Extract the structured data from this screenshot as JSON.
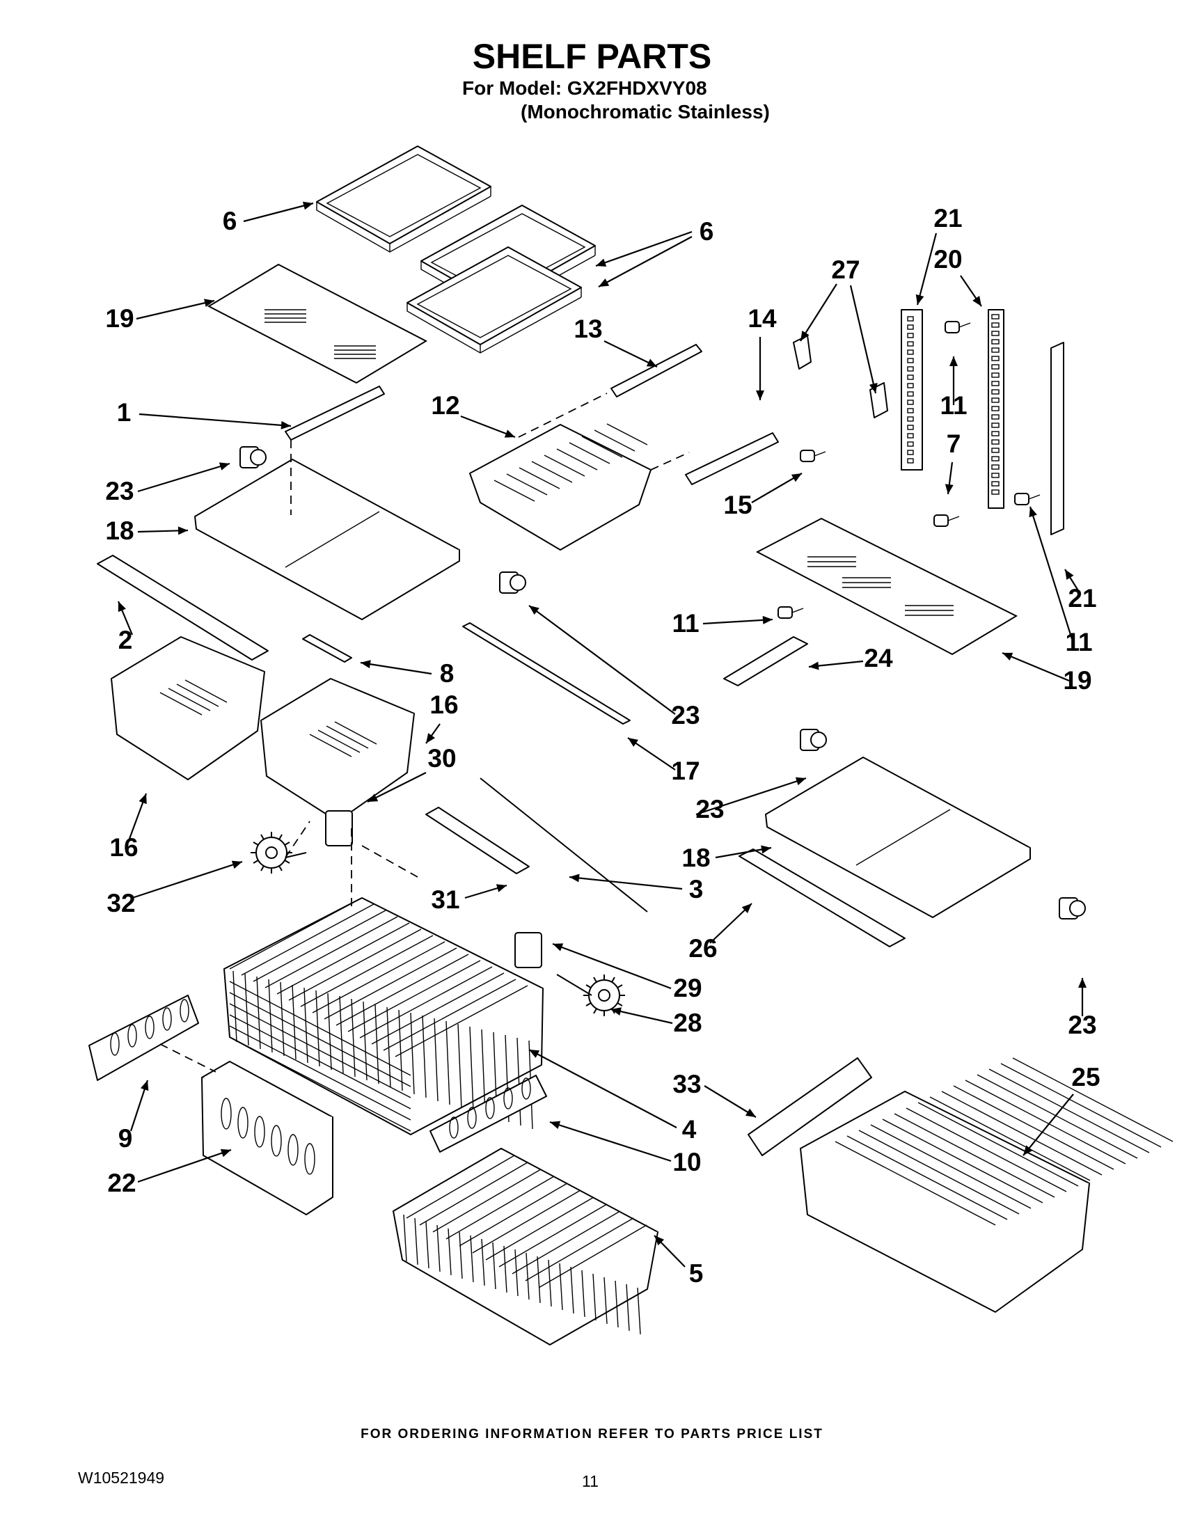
{
  "header": {
    "title": "SHELF PARTS",
    "model_line": "For Model: GX2FHDXVY08",
    "variant_line": "(Monochromatic Stainless)"
  },
  "footer": {
    "ordering_note": "FOR ORDERING INFORMATION REFER TO PARTS PRICE LIST",
    "doc_id": "W10521949",
    "page_number": "11"
  },
  "callouts": [
    {
      "n": "6",
      "part": "shelf-frame"
    },
    {
      "n": "6",
      "part": "shelf-frame"
    },
    {
      "n": "19",
      "part": "glass-shelf"
    },
    {
      "n": "13",
      "part": "slide-rail"
    },
    {
      "n": "14",
      "part": "slide-rail"
    },
    {
      "n": "27",
      "part": "bracket"
    },
    {
      "n": "21",
      "part": "shelf-ladder"
    },
    {
      "n": "20",
      "part": "shelf-ladder"
    },
    {
      "n": "11",
      "part": "screw"
    },
    {
      "n": "7",
      "part": "screw"
    },
    {
      "n": "1",
      "part": "slide-rail"
    },
    {
      "n": "12",
      "part": "pan"
    },
    {
      "n": "23",
      "part": "end-cap"
    },
    {
      "n": "15",
      "part": "screw"
    },
    {
      "n": "18",
      "part": "crisper-cover-frame"
    },
    {
      "n": "21",
      "part": "shelf-ladder"
    },
    {
      "n": "2",
      "part": "trim"
    },
    {
      "n": "11",
      "part": "screw"
    },
    {
      "n": "11",
      "part": "screw"
    },
    {
      "n": "24",
      "part": "bracket"
    },
    {
      "n": "8",
      "part": "divider"
    },
    {
      "n": "19",
      "part": "glass-shelf"
    },
    {
      "n": "16",
      "part": "crisper-drawer"
    },
    {
      "n": "23",
      "part": "end-cap"
    },
    {
      "n": "16",
      "part": "crisper-drawer"
    },
    {
      "n": "17",
      "part": "trim"
    },
    {
      "n": "30",
      "part": "gear-housing"
    },
    {
      "n": "23",
      "part": "end-cap"
    },
    {
      "n": "18",
      "part": "crisper-cover-frame"
    },
    {
      "n": "32",
      "part": "gear"
    },
    {
      "n": "3",
      "part": "rod"
    },
    {
      "n": "31",
      "part": "rail"
    },
    {
      "n": "26",
      "part": "trim"
    },
    {
      "n": "29",
      "part": "gear-housing"
    },
    {
      "n": "28",
      "part": "gear"
    },
    {
      "n": "23",
      "part": "end-cap"
    },
    {
      "n": "33",
      "part": "handle"
    },
    {
      "n": "25",
      "part": "pantry-drawer"
    },
    {
      "n": "4",
      "part": "wire-basket"
    },
    {
      "n": "9",
      "part": "end-panel"
    },
    {
      "n": "10",
      "part": "end-panel"
    },
    {
      "n": "22",
      "part": "front-panel"
    },
    {
      "n": "5",
      "part": "wire-basket"
    }
  ]
}
